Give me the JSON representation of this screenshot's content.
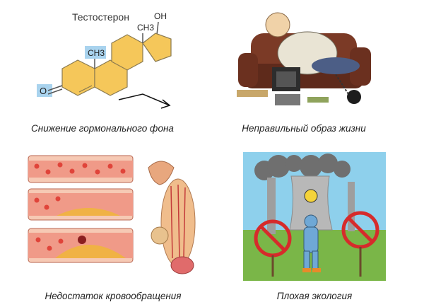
{
  "panels": [
    {
      "caption": "Снижение гормонального фона",
      "molecule": {
        "title": "Тестостерон",
        "oh": "OH",
        "ch3_top": "CH3",
        "ch3_left": "CH3",
        "ketone_o": "O"
      }
    },
    {
      "caption": "Неправильный образ жизни"
    },
    {
      "caption": "Недостаток кровообращения"
    },
    {
      "caption": "Плохая экология"
    }
  ],
  "colors": {
    "ring_fill": "#f5c75a",
    "ring_stroke": "#8a7a50",
    "highlight": "#a9d3ee",
    "sky": "#8ed0ec",
    "grass": "#7ab648",
    "blood": "#e0443a",
    "plaque": "#f0b245",
    "ban": "#d62b2b"
  }
}
